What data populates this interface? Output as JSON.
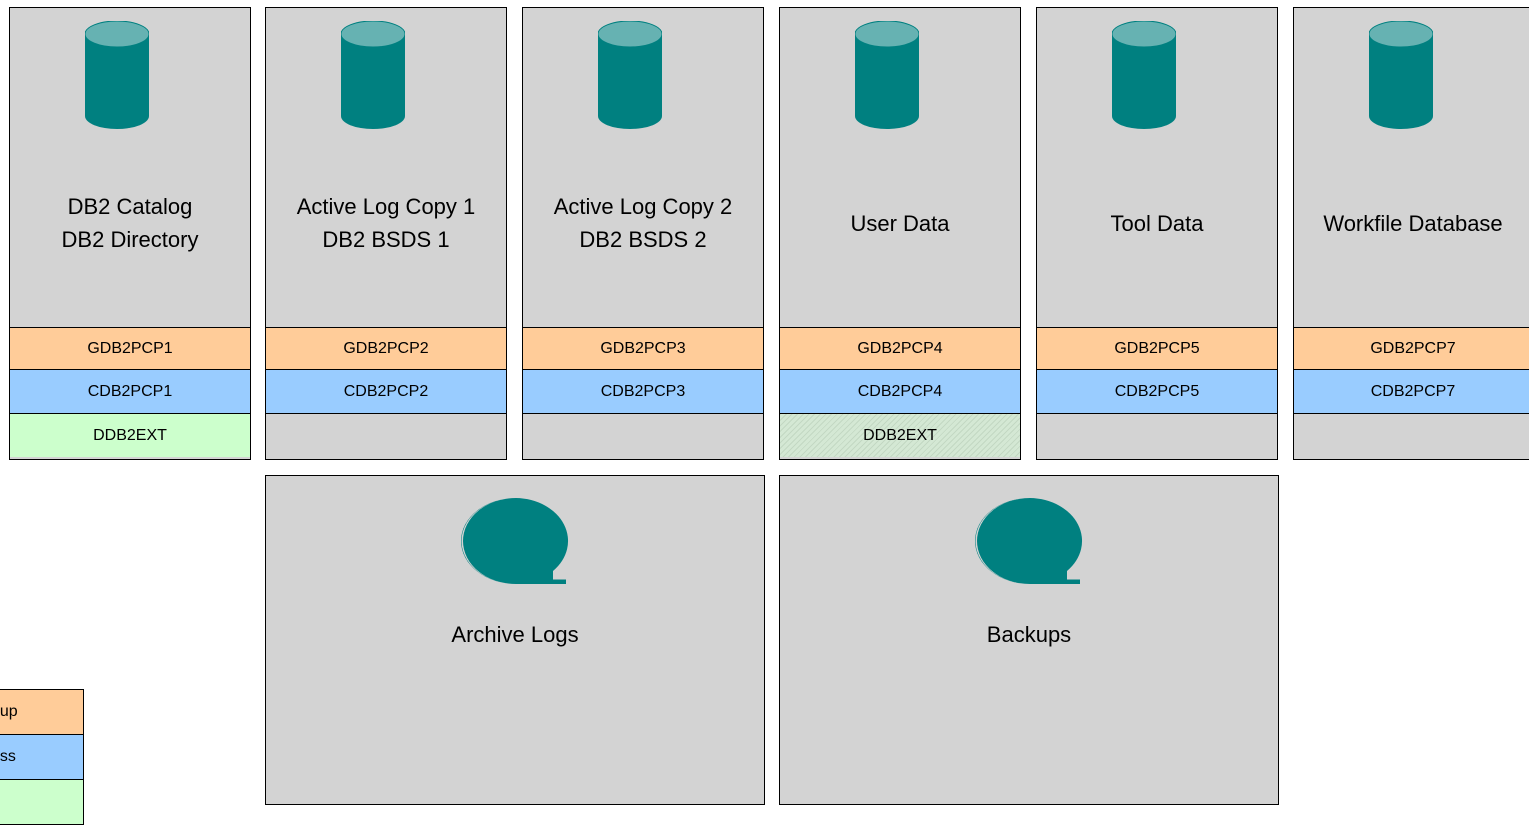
{
  "colors": {
    "panel": "#d3d3d3",
    "disk": "#008080",
    "disk_top": "#66b2b2",
    "group": "#ffcc99",
    "class": "#99ccff",
    "ext": "#ccffcc"
  },
  "panels": [
    {
      "icon": "database-cylinder-icon",
      "lines": [
        "DB2 Catalog",
        "DB2 Directory"
      ],
      "rows": [
        "GDB2PCP1",
        "CDB2PCP1",
        "DDB2EXT"
      ]
    },
    {
      "icon": "database-cylinder-icon",
      "lines": [
        "Active Log Copy 1",
        "DB2 BSDS 1"
      ],
      "rows": [
        "GDB2PCP2",
        "CDB2PCP2",
        ""
      ]
    },
    {
      "icon": "database-cylinder-icon",
      "lines": [
        "Active Log Copy 2",
        "DB2 BSDS 2"
      ],
      "rows": [
        "GDB2PCP3",
        "CDB2PCP3",
        ""
      ]
    },
    {
      "icon": "database-cylinder-icon",
      "lines": [
        "User Data"
      ],
      "rows": [
        "GDB2PCP4",
        "CDB2PCP4",
        "DDB2EXT"
      ]
    },
    {
      "icon": "database-cylinder-icon",
      "lines": [
        "Tool Data"
      ],
      "rows": [
        "GDB2PCP5",
        "CDB2PCP5",
        ""
      ]
    },
    {
      "icon": "database-cylinder-icon",
      "lines": [
        "Workfile Database"
      ],
      "rows": [
        "GDB2PCP7",
        "CDB2PCP7",
        ""
      ]
    }
  ],
  "tape_panels": [
    {
      "icon": "tape-reel-icon",
      "label": "Archive Logs"
    },
    {
      "icon": "tape-reel-icon",
      "label": "Backups"
    }
  ],
  "legend": [
    "oup",
    "ass",
    ""
  ]
}
